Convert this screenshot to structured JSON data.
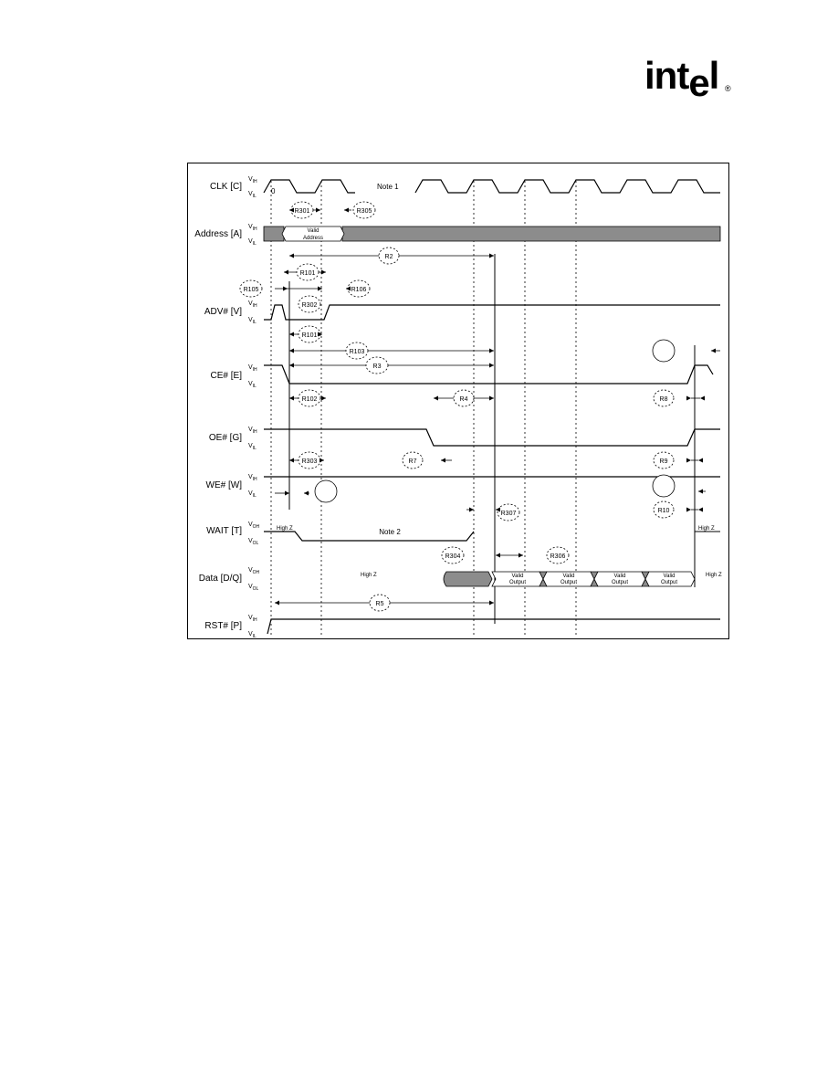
{
  "logo": {
    "text": "int",
    "e": "e",
    "l": "l",
    "reg": "R"
  },
  "signals": [
    {
      "label": "CLK [C]",
      "hi": "V",
      "hi_sub": "IH",
      "lo": "V",
      "lo_sub": "IL"
    },
    {
      "label": "Address [A]",
      "hi": "V",
      "hi_sub": "IH",
      "lo": "V",
      "lo_sub": "IL"
    },
    {
      "label": "ADV# [V]",
      "hi": "V",
      "hi_sub": "IH",
      "lo": "V",
      "lo_sub": "IL"
    },
    {
      "label": "CE# [E]",
      "hi": "V",
      "hi_sub": "IH",
      "lo": "V",
      "lo_sub": "IL"
    },
    {
      "label": "OE# [G]",
      "hi": "V",
      "hi_sub": "IH",
      "lo": "V",
      "lo_sub": "IL"
    },
    {
      "label": "WE# [W]",
      "hi": "V",
      "hi_sub": "IH",
      "lo": "V",
      "lo_sub": "IL"
    },
    {
      "label": "WAIT [T]",
      "hi": "V",
      "hi_sub": "OH",
      "lo": "V",
      "lo_sub": "OL"
    },
    {
      "label": "Data [D/Q]",
      "hi": "V",
      "hi_sub": "OH",
      "lo": "V",
      "lo_sub": "OL"
    },
    {
      "label": "RST# [P]",
      "hi": "V",
      "hi_sub": "IH",
      "lo": "V",
      "lo_sub": "IL"
    }
  ],
  "notes": {
    "clk_zero": "0",
    "clk_note": "Note 1",
    "wait_note": "Note 2"
  },
  "address_valid": [
    "Valid",
    "Address"
  ],
  "data_valid": [
    "Valid",
    "Output"
  ],
  "high_z": "High Z",
  "params": {
    "r301": "R301",
    "r305": "R305",
    "r2": "R2",
    "r101a": "R101",
    "r105": "R105",
    "r302": "R302",
    "r106": "R106",
    "r101b": "R101",
    "r103": "R103",
    "r3": "R3",
    "r102": "R102",
    "r4": "R4",
    "r8": "R8",
    "r303": "R303",
    "r7": "R7",
    "r9": "R9",
    "r307": "R307",
    "r10": "R10",
    "r304": "R304",
    "r306": "R306",
    "r5": "R5"
  }
}
